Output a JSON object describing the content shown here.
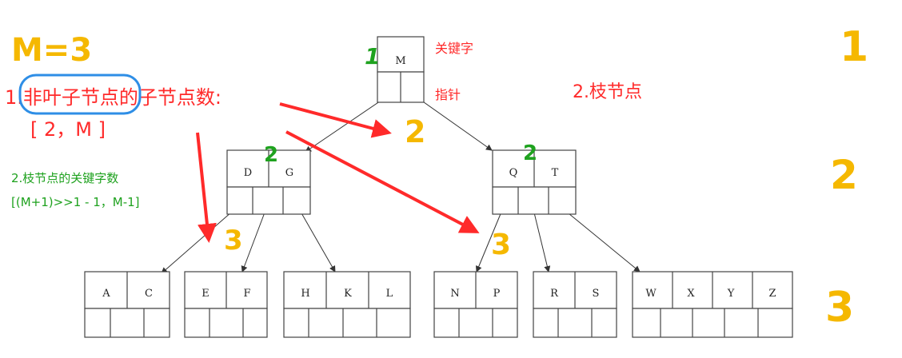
{
  "tree": {
    "root": {
      "keys": [
        "M"
      ]
    },
    "level2": [
      {
        "keys": [
          "D",
          "G"
        ]
      },
      {
        "keys": [
          "Q",
          "T"
        ]
      }
    ],
    "leaves": [
      {
        "keys": [
          "A",
          "C"
        ]
      },
      {
        "keys": [
          "E",
          "F"
        ]
      },
      {
        "keys": [
          "H",
          "K",
          "L"
        ]
      },
      {
        "keys": [
          "N",
          "P"
        ]
      },
      {
        "keys": [
          "R",
          "S"
        ]
      },
      {
        "keys": [
          "W",
          "X",
          "Y",
          "Z"
        ]
      }
    ]
  },
  "annotations": {
    "m_eq": "M=3",
    "key_label": "关键字",
    "pointer_label": "指针",
    "branch_node_label": "2.枝节点",
    "rule1_prefix": "1.",
    "rule1_circled": "非叶子节点",
    "rule1_rest": "的子节点数:",
    "rule1_range": "[ 2，M ]",
    "rule2_title": "2.枝节点的关键字数",
    "rule2_formula": "[(M+1)>>1 - 1，M-1]",
    "mark_root": "1",
    "mark_dg": "2",
    "mark_qt": "2",
    "mark_arrow1": "2",
    "mark_arrow2": "3",
    "mark_arrow3": "3",
    "level_1": "1",
    "level_2": "2",
    "level_3": "3"
  },
  "colors": {
    "red": "#ff2a2a",
    "green": "#1fa21f",
    "yellow": "#f5b800",
    "blue": "#2e8ee6"
  }
}
